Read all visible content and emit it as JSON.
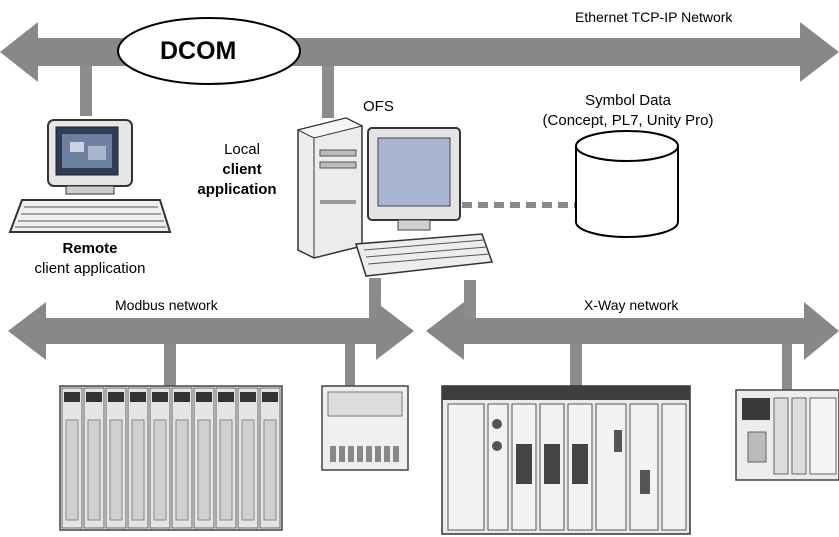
{
  "labels": {
    "ethernet": "Ethernet TCP-IP Network",
    "dcom": "DCOM",
    "ofs": "OFS",
    "symbol_title": "Symbol Data",
    "symbol_sub": "(Concept, PL7, Unity Pro)",
    "local_1": "Local",
    "local_2": "client",
    "local_3": "application",
    "remote_1": "Remote",
    "remote_2": "client application",
    "modbus": "Modbus network",
    "xway": "X-Way network"
  },
  "colors": {
    "bus": "#888888",
    "drop": "#8c8c8c",
    "device_light": "#e8e8e8",
    "device_dark": "#5a5a5a",
    "screen": "#a9b6d3"
  },
  "icons": [
    "workstation-icon",
    "server-pc-icon",
    "database-icon",
    "plc-rack-icon",
    "io-module-icon"
  ]
}
